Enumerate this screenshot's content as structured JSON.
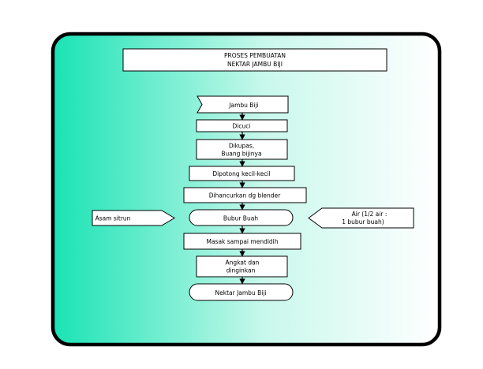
{
  "title": {
    "line1": "PROSES PEMBUATAN",
    "line2": "NEKTAR JAMBU BIJI"
  },
  "steps": {
    "s1": [
      "Jambu Biji"
    ],
    "s2": [
      "Dicuci"
    ],
    "s3": [
      "Dikupas,",
      "Buang bijinya"
    ],
    "s4": [
      "Dipotong kecil-kecil"
    ],
    "s5": [
      "Dihancurkan dg blender"
    ],
    "s6": [
      "Bubur Buah"
    ],
    "s7": [
      "Masak sampai mendidih"
    ],
    "s8": [
      "Angkat dan",
      "dinginkan"
    ],
    "s9": [
      "Nektar Jambu Biji"
    ]
  },
  "inputs": {
    "left": [
      "Asam sitrun"
    ],
    "right": [
      "Air (1/2 air :",
      "1 bubur buah)"
    ]
  },
  "colors": {
    "gradient_start": "#19e3b4",
    "gradient_end": "#ffffff",
    "frame": "#000000",
    "box_fill": "#ffffff",
    "ink": "#000000"
  }
}
